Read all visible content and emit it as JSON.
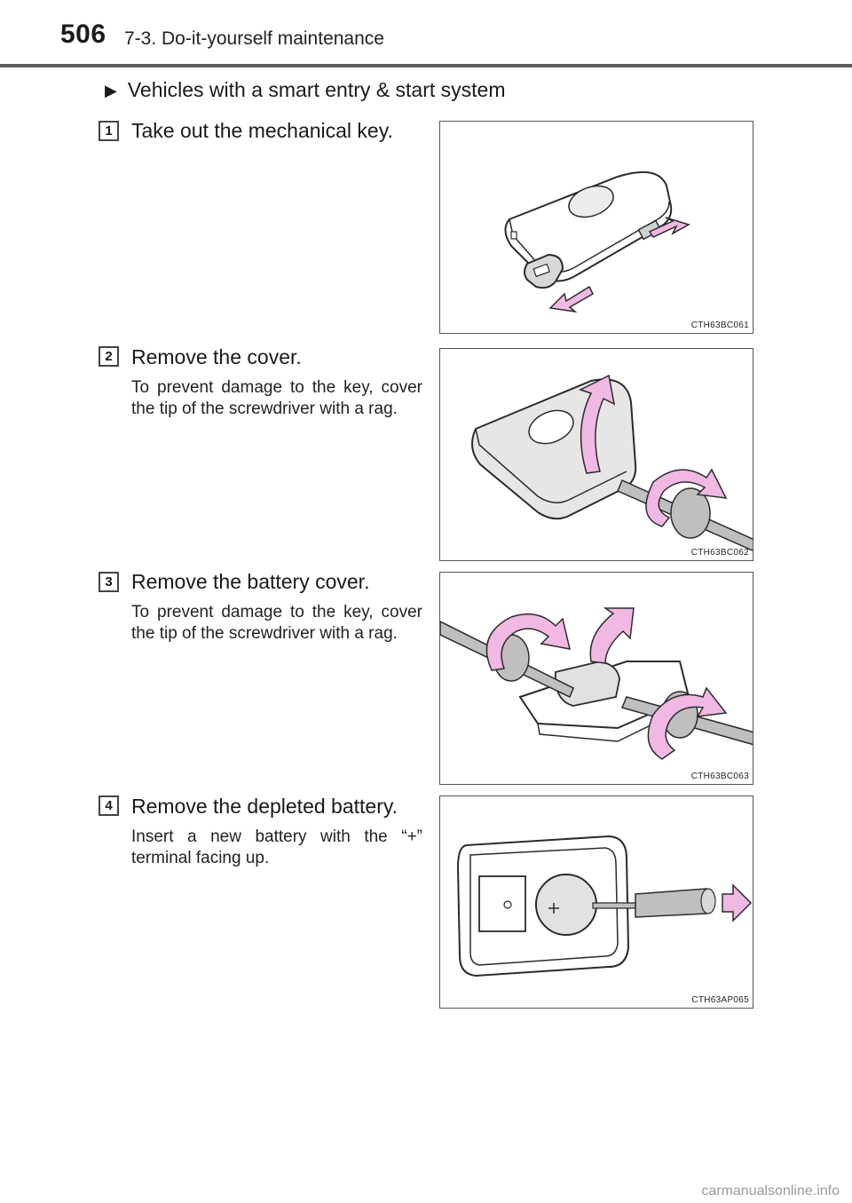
{
  "header": {
    "page_number": "506",
    "section": "7-3. Do-it-yourself maintenance"
  },
  "subsection": {
    "marker_icon": "triangle-right-icon",
    "title": "Vehicles with a smart entry & start system"
  },
  "steps": [
    {
      "number": "1",
      "title": "Take out the mechanical key.",
      "note": "",
      "figure_code": "CTH63BC061"
    },
    {
      "number": "2",
      "title": "Remove the cover.",
      "note": "To prevent damage to the key, cover the tip of the screwdriver with a rag.",
      "figure_code": "CTH63BC062"
    },
    {
      "number": "3",
      "title": "Remove the battery cover.",
      "note": "To prevent damage to the key, cover the tip of the screwdriver with a rag.",
      "figure_code": "CTH63BC063"
    },
    {
      "number": "4",
      "title": "Remove the depleted battery.",
      "note": "Insert a new battery with the “+” terminal facing up.",
      "figure_code": "CTH63AP065"
    }
  ],
  "colors": {
    "arrow_fill": "#f0b8e2",
    "line": "#2b2b2b",
    "key_fill": "#e6e6e6"
  },
  "watermark": "carmanualsonline.info"
}
